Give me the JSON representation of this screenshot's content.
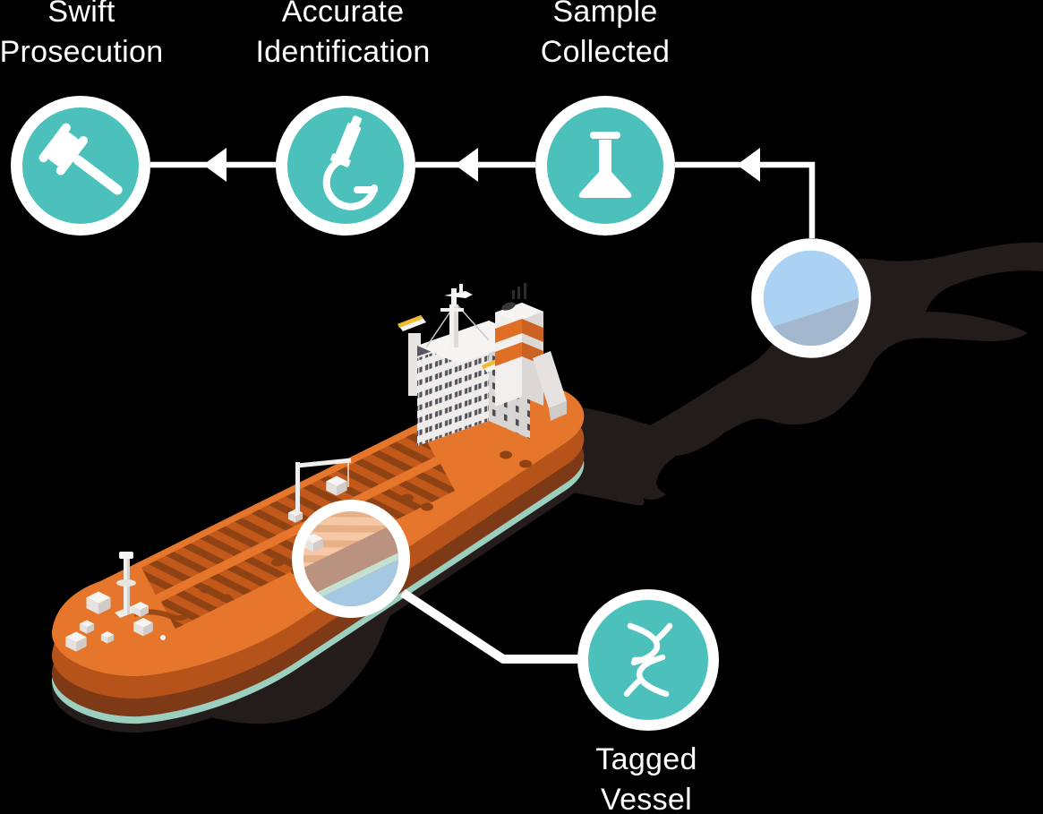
{
  "flow": {
    "direction": "right-to-left",
    "steps": [
      {
        "id": "tagged-vessel",
        "label": "Tagged Vessel",
        "icon": "dna-icon"
      },
      {
        "id": "sample-collected",
        "label": "Sample Collected",
        "icon": "flask-icon"
      },
      {
        "id": "accurate-identification",
        "label": "Accurate Identification",
        "icon": "microscope-icon"
      },
      {
        "id": "swift-prosecution",
        "label": "Swift Prosecution",
        "icon": "gavel-icon"
      }
    ]
  },
  "scene": {
    "illustration": "isometric-oil-tanker-with-oil-spill",
    "callouts": [
      "hull-waterline-magnifier",
      "water-sample-magnifier"
    ]
  },
  "colors": {
    "background": "#000000",
    "text": "#FFFFFF",
    "accent_teal": "#4CC1BC",
    "ship_deck_orange": "#E5762B",
    "ship_recess_orange": "#C2591B",
    "hull_maroon": "#7E3A17",
    "waterline_mint": "#9BCFC0",
    "oil_slick": "#241C1A",
    "sample_water_blue": "#ABD2F2",
    "sample_water_shade": "#A3B8CE"
  }
}
